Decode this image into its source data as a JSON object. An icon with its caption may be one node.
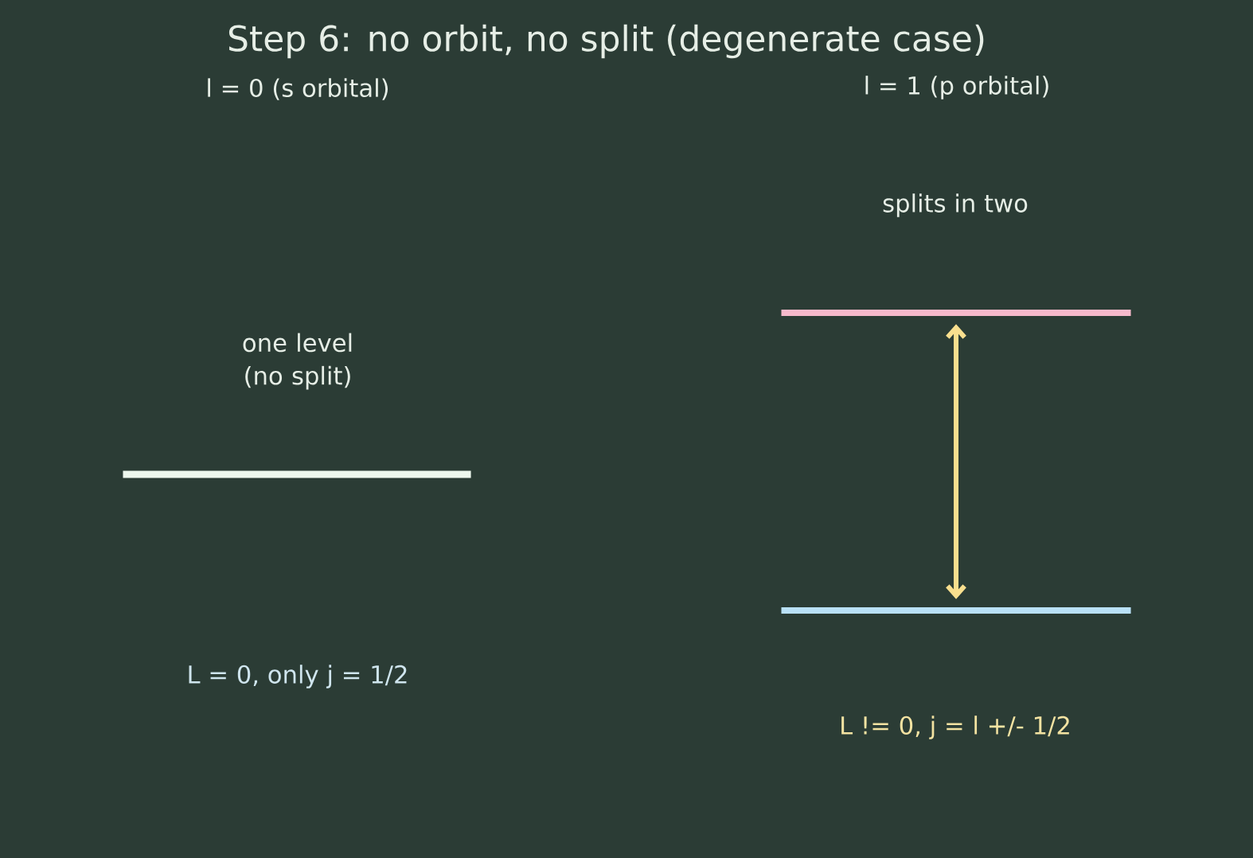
{
  "diagram": {
    "title": "Step 6: no orbit, no split (degenerate case)",
    "nodes": [
      {
        "text": [],
        "shape": "bar",
        "beside": [
          "one level (no split)"
        ]
      },
      {
        "text": [],
        "shape": "bar"
      },
      {
        "text": [],
        "shape": "bar"
      }
    ],
    "edges": [
      {
        "from": 1,
        "to": 2,
        "arrow": "both"
      }
    ],
    "labels": [
      "l = 0 (s orbital)",
      "l = 1 (p orbital)",
      "splits in two",
      "L = 0, only j = 1/2",
      "L != 0, j = l +/- 1/2"
    ]
  }
}
